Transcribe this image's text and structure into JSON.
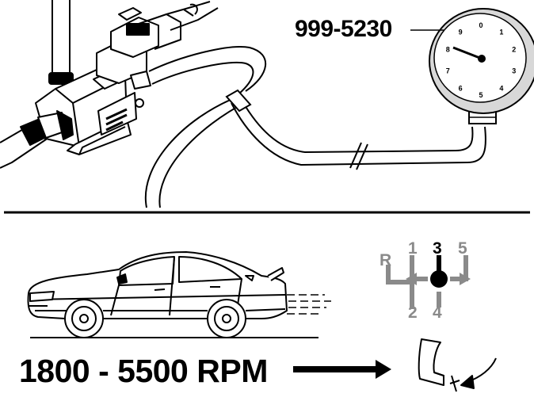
{
  "tool": {
    "part_number": "999-5230"
  },
  "gauge": {
    "dial_numbers": [
      "0",
      "1",
      "2",
      "3",
      "4",
      "5",
      "6",
      "7",
      "8",
      "9"
    ]
  },
  "engine_speed": {
    "label": "1800 - 5500 RPM"
  },
  "gear_shift": {
    "gears": [
      {
        "label": "R",
        "state": "inactive"
      },
      {
        "label": "1",
        "state": "inactive"
      },
      {
        "label": "3",
        "state": "selected"
      },
      {
        "label": "5",
        "state": "inactive"
      },
      {
        "label": "2",
        "state": "inactive"
      },
      {
        "label": "4",
        "state": "inactive"
      }
    ]
  },
  "colors": {
    "selected_gear": "#000000",
    "inactive_gear": "#8a8a8a",
    "line_art": "#000000"
  }
}
